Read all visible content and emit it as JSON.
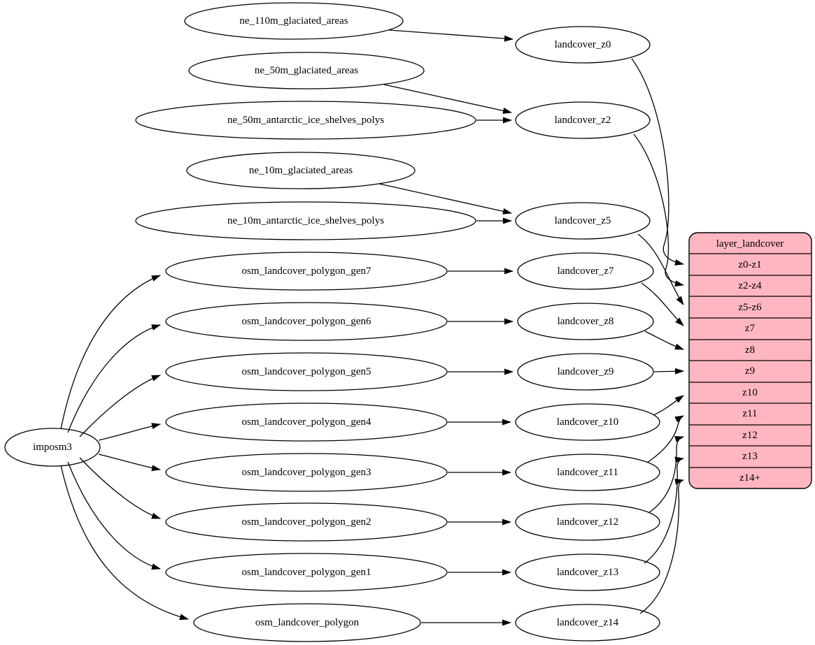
{
  "diagram": {
    "background_color": "#ffffff",
    "node_fill": "#ffffff",
    "node_stroke": "#000000",
    "edge_color": "#000000",
    "nodes": {
      "imposm3": "imposm3",
      "ne_110m_glaciated_areas": "ne_110m_glaciated_areas",
      "ne_50m_glaciated_areas": "ne_50m_glaciated_areas",
      "ne_50m_antarctic_ice_shelves_polys": "ne_50m_antarctic_ice_shelves_polys",
      "ne_10m_glaciated_areas": "ne_10m_glaciated_areas",
      "ne_10m_antarctic_ice_shelves_polys": "ne_10m_antarctic_ice_shelves_polys",
      "osm_landcover_polygon_gen7": "osm_landcover_polygon_gen7",
      "osm_landcover_polygon_gen6": "osm_landcover_polygon_gen6",
      "osm_landcover_polygon_gen5": "osm_landcover_polygon_gen5",
      "osm_landcover_polygon_gen4": "osm_landcover_polygon_gen4",
      "osm_landcover_polygon_gen3": "osm_landcover_polygon_gen3",
      "osm_landcover_polygon_gen2": "osm_landcover_polygon_gen2",
      "osm_landcover_polygon_gen1": "osm_landcover_polygon_gen1",
      "osm_landcover_polygon": "osm_landcover_polygon",
      "landcover_z0": "landcover_z0",
      "landcover_z2": "landcover_z2",
      "landcover_z5": "landcover_z5",
      "landcover_z7": "landcover_z7",
      "landcover_z8": "landcover_z8",
      "landcover_z9": "landcover_z9",
      "landcover_z10": "landcover_z10",
      "landcover_z11": "landcover_z11",
      "landcover_z12": "landcover_z12",
      "landcover_z13": "landcover_z13",
      "landcover_z14": "landcover_z14"
    },
    "table": {
      "title": "layer_landcover",
      "fill": "#ffb6c1",
      "rows": [
        "z0-z1",
        "z2-z4",
        "z5-z6",
        "z7",
        "z8",
        "z9",
        "z10",
        "z11",
        "z12",
        "z13",
        "z14+"
      ]
    },
    "edges": [
      {
        "from": "ne_110m_glaciated_areas",
        "to": "landcover_z0"
      },
      {
        "from": "ne_50m_glaciated_areas",
        "to": "landcover_z2"
      },
      {
        "from": "ne_50m_antarctic_ice_shelves_polys",
        "to": "landcover_z2"
      },
      {
        "from": "ne_10m_glaciated_areas",
        "to": "landcover_z5"
      },
      {
        "from": "ne_10m_antarctic_ice_shelves_polys",
        "to": "landcover_z5"
      },
      {
        "from": "osm_landcover_polygon_gen7",
        "to": "landcover_z7"
      },
      {
        "from": "osm_landcover_polygon_gen6",
        "to": "landcover_z8"
      },
      {
        "from": "osm_landcover_polygon_gen5",
        "to": "landcover_z9"
      },
      {
        "from": "osm_landcover_polygon_gen4",
        "to": "landcover_z10"
      },
      {
        "from": "osm_landcover_polygon_gen3",
        "to": "landcover_z11"
      },
      {
        "from": "osm_landcover_polygon_gen2",
        "to": "landcover_z12"
      },
      {
        "from": "osm_landcover_polygon_gen1",
        "to": "landcover_z13"
      },
      {
        "from": "osm_landcover_polygon",
        "to": "landcover_z14"
      },
      {
        "from": "imposm3",
        "to": "osm_landcover_polygon_gen7"
      },
      {
        "from": "imposm3",
        "to": "osm_landcover_polygon_gen6"
      },
      {
        "from": "imposm3",
        "to": "osm_landcover_polygon_gen5"
      },
      {
        "from": "imposm3",
        "to": "osm_landcover_polygon_gen4"
      },
      {
        "from": "imposm3",
        "to": "osm_landcover_polygon_gen3"
      },
      {
        "from": "imposm3",
        "to": "osm_landcover_polygon_gen2"
      },
      {
        "from": "imposm3",
        "to": "osm_landcover_polygon_gen1"
      },
      {
        "from": "imposm3",
        "to": "osm_landcover_polygon"
      },
      {
        "from": "landcover_z0",
        "to": "layer_landcover.z0-z1"
      },
      {
        "from": "landcover_z2",
        "to": "layer_landcover.z2-z4"
      },
      {
        "from": "landcover_z5",
        "to": "layer_landcover.z5-z6"
      },
      {
        "from": "landcover_z7",
        "to": "layer_landcover.z7"
      },
      {
        "from": "landcover_z8",
        "to": "layer_landcover.z8"
      },
      {
        "from": "landcover_z9",
        "to": "layer_landcover.z9"
      },
      {
        "from": "landcover_z10",
        "to": "layer_landcover.z10"
      },
      {
        "from": "landcover_z11",
        "to": "layer_landcover.z11"
      },
      {
        "from": "landcover_z12",
        "to": "layer_landcover.z12"
      },
      {
        "from": "landcover_z13",
        "to": "layer_landcover.z13"
      },
      {
        "from": "landcover_z14",
        "to": "layer_landcover.z14+"
      }
    ]
  }
}
